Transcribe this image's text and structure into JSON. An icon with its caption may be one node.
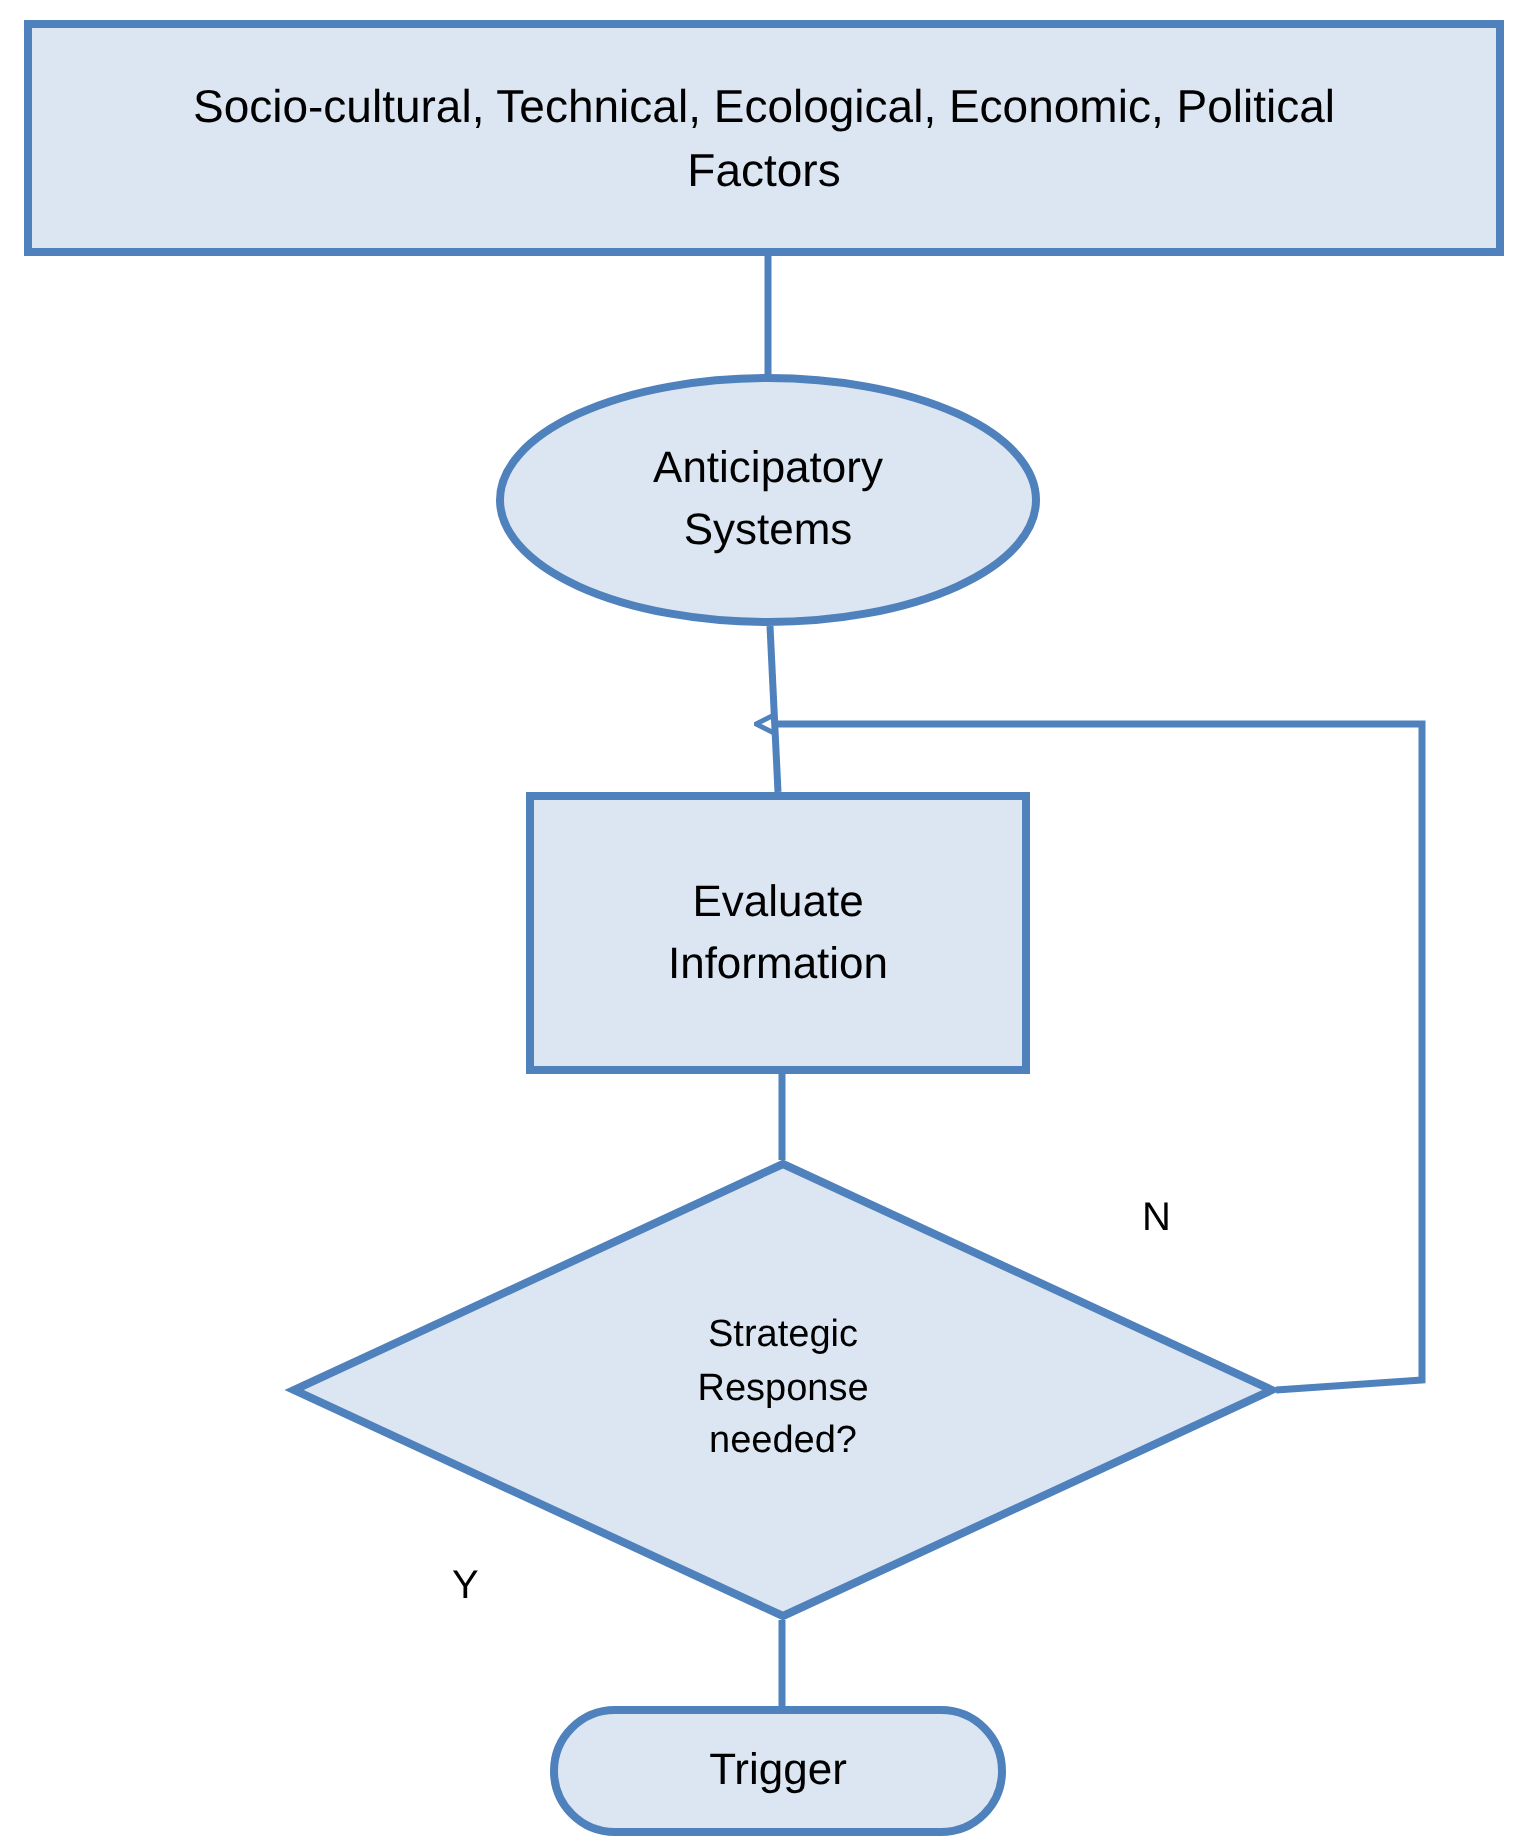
{
  "diagram": {
    "nodes": [
      {
        "text": [
          "Socio-cultural, Technical, Ecological, Economic, Political Factors"
        ]
      },
      {
        "text": [
          "Anticipatory Systems"
        ]
      },
      {
        "text": [
          "Evaluate Information"
        ]
      },
      {
        "text": [
          "Strategic Response needed?"
        ]
      },
      {
        "text": [
          "Trigger"
        ]
      }
    ],
    "edges": [
      {
        "from": 0,
        "to": 1,
        "arrow": "none"
      },
      {
        "from": 1,
        "to": 2,
        "arrow": "none"
      },
      {
        "from": 2,
        "to": 3,
        "arrow": "none"
      },
      {
        "from": 3,
        "to": 2,
        "arrow": "to",
        "label": "N"
      },
      {
        "from": 3,
        "to": 4,
        "arrow": "none"
      }
    ],
    "labels": [
      "Y"
    ]
  }
}
